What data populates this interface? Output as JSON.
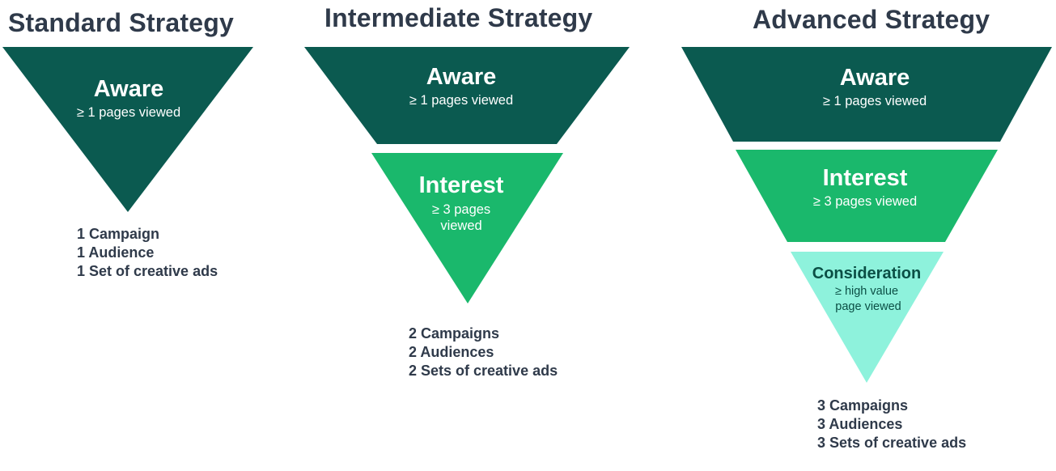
{
  "colors": {
    "aware": "#0b5a50",
    "interest": "#1ab86c",
    "consideration": "#8ef2dc",
    "text_dark": "#2f3a4a"
  },
  "standard": {
    "title": "Standard Strategy",
    "aware": {
      "title": "Aware",
      "sub": "≥ 1 pages viewed"
    },
    "summary": [
      "1 Campaign",
      "1 Audience",
      "1 Set of creative ads"
    ]
  },
  "intermediate": {
    "title": "Intermediate Strategy",
    "aware": {
      "title": "Aware",
      "sub": "≥ 1 pages viewed"
    },
    "interest": {
      "title": "Interest",
      "sub_line1": "≥ 3 pages",
      "sub_line2": "viewed"
    },
    "summary": [
      "2 Campaigns",
      "2 Audiences",
      "2 Sets of creative ads"
    ]
  },
  "advanced": {
    "title": "Advanced Strategy",
    "aware": {
      "title": "Aware",
      "sub": "≥ 1 pages viewed"
    },
    "interest": {
      "title": "Interest",
      "sub": "≥ 3 pages viewed"
    },
    "consideration": {
      "title": "Consideration",
      "sub_line1": "≥ high value",
      "sub_line2": "page viewed"
    },
    "summary": [
      "3 Campaigns",
      "3 Audiences",
      "3 Sets of creative ads"
    ]
  }
}
